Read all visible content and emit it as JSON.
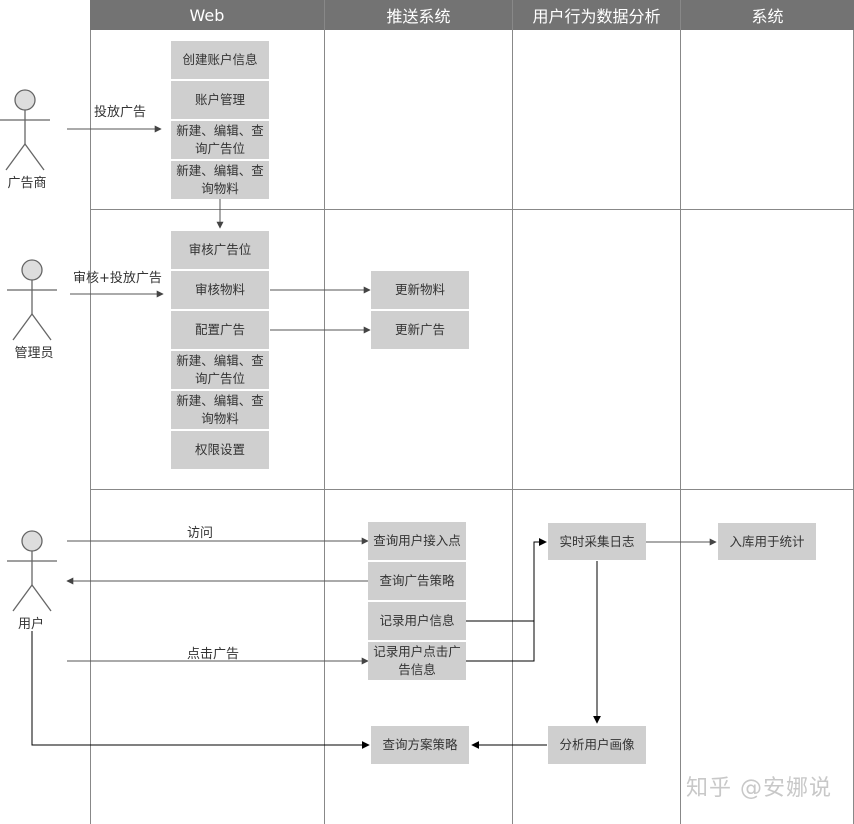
{
  "lanes": {
    "web": "Web",
    "push": "推送系统",
    "analytics": "用户行为数据分析",
    "system": "系统"
  },
  "actors": {
    "advertiser": "广告商",
    "admin": "管理员",
    "user": "用户"
  },
  "edge_labels": {
    "place_ad": "投放广告",
    "review_place": "审核+投放广告",
    "visit": "访问",
    "click_ad": "点击广告"
  },
  "boxes": {
    "create_account": "创建账户信息",
    "account_manage": "账户管理",
    "adv_slot_ops": "新建、编辑、查\n询广告位",
    "adv_material_ops": "新建、编辑、查\n询物料",
    "review_slot": "审核广告位",
    "review_material": "审核物料",
    "config_ad": "配置广告",
    "admin_slot_ops": "新建、编辑、查\n询广告位",
    "admin_material_ops": "新建、编辑、查\n询物料",
    "permission": "权限设置",
    "update_material": "更新物料",
    "update_ad": "更新广告",
    "query_entry": "查询用户接入点",
    "query_strategy": "查询广告策略",
    "record_user": "记录用户信息",
    "record_click": "记录用户点击广\n告信息",
    "query_plan": "查询方案策略",
    "realtime_log": "实时采集日志",
    "analyze_profile": "分析用户画像",
    "store_stats": "入库用于统计"
  },
  "watermark": "知乎 @安娜说"
}
